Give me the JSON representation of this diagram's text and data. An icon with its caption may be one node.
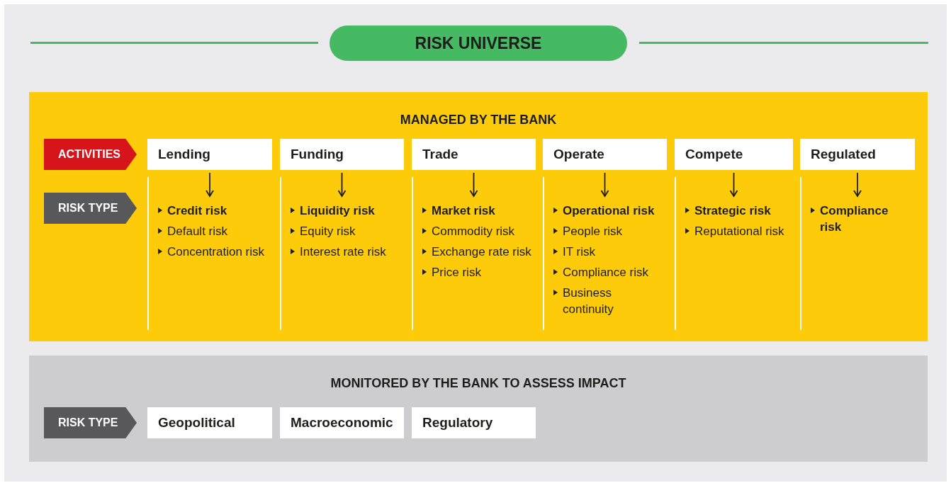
{
  "diagram": {
    "nodes": [
      {
        "text": [
          "RISK UNIVERSE"
        ]
      },
      {
        "text": [
          "MANAGED BY THE BANK"
        ]
      },
      {
        "text": [
          "ACTIVITIES"
        ],
        "in": 1
      },
      {
        "text": [
          "RISK TYPE"
        ],
        "in": 1
      },
      {
        "text": [
          "Lending"
        ],
        "in": 1
      },
      {
        "text": [
          "Funding"
        ],
        "in": 1
      },
      {
        "text": [
          "Trade"
        ],
        "in": 1
      },
      {
        "text": [
          "Operate"
        ],
        "in": 1
      },
      {
        "text": [
          "Compete"
        ],
        "in": 1
      },
      {
        "text": [
          "Regulated"
        ],
        "in": 1
      },
      {
        "text": [
          "Credit risk",
          "Default risk",
          "Concentration risk"
        ],
        "in": 1
      },
      {
        "text": [
          "Liquidity risk",
          "Equity risk",
          "Interest rate risk"
        ],
        "in": 1
      },
      {
        "text": [
          "Market risk",
          "Commodity risk",
          "Exchange rate risk",
          "Price risk"
        ],
        "in": 1
      },
      {
        "text": [
          "Operational risk",
          "People risk",
          "IT risk",
          "Compliance risk",
          "Business continuity"
        ],
        "in": 1
      },
      {
        "text": [
          "Strategic risk",
          "Reputational risk"
        ],
        "in": 1
      },
      {
        "text": [
          "Compliance risk"
        ],
        "in": 1
      },
      {
        "text": [
          "MONITORED BY THE BANK TO ASSESS IMPACT"
        ]
      },
      {
        "text": [
          "RISK TYPE"
        ],
        "in": 16
      },
      {
        "text": [
          "Geopolitical"
        ],
        "in": 16
      },
      {
        "text": [
          "Macroeconomic"
        ],
        "in": 16
      },
      {
        "text": [
          "Regulatory"
        ],
        "in": 16
      }
    ],
    "edges": [
      {
        "from": 4,
        "to": 10,
        "arrow": "to"
      },
      {
        "from": 5,
        "to": 11,
        "arrow": "to"
      },
      {
        "from": 6,
        "to": 12,
        "arrow": "to"
      },
      {
        "from": 7,
        "to": 13,
        "arrow": "to"
      },
      {
        "from": 8,
        "to": 14,
        "arrow": "to"
      },
      {
        "from": 9,
        "to": 15,
        "arrow": "to"
      }
    ]
  }
}
